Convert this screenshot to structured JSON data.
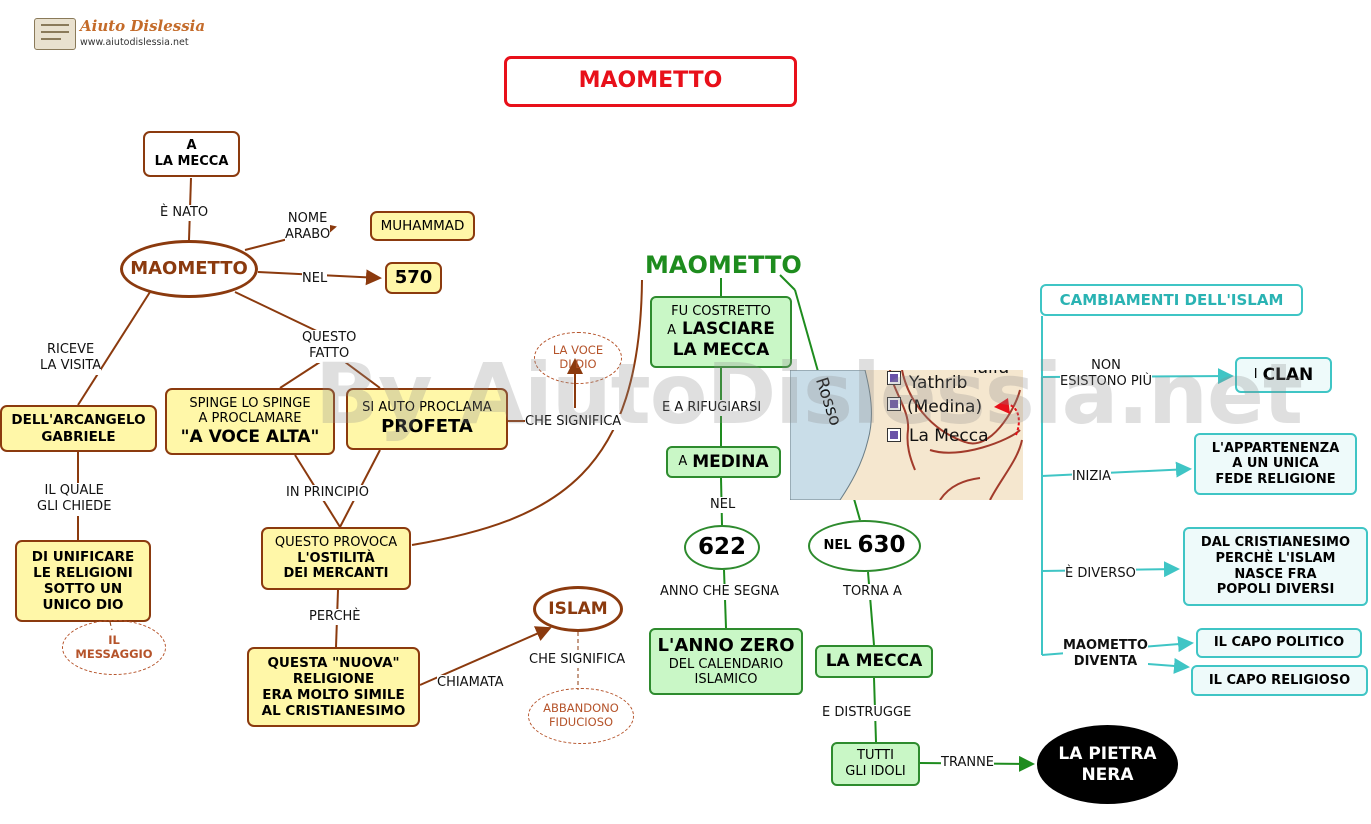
{
  "logo": {
    "name": "Aiuto Dislessia",
    "url": "www.aiutodislessia.net"
  },
  "watermark": "By AiutoDislessia.net",
  "title": "MAOMETTO",
  "left": {
    "center": "MAOMETTO",
    "born_label": "È NATO",
    "born_place": [
      "A",
      "LA MECCA"
    ],
    "arab_name_label": [
      "NOME",
      "ARABO"
    ],
    "arab_name": "MUHAMMAD",
    "year_label": "NEL",
    "year": "570",
    "visit_label": [
      "RICEVE",
      "LA VISITA"
    ],
    "archangel": [
      "DELL'ARCANGELO",
      "GABRIELE"
    ],
    "asks_label": [
      "IL QUALE",
      "GLI CHIEDE"
    ],
    "unify": [
      "DI UNIFICARE",
      "LE RELIGIONI",
      "SOTTO UN",
      "UNICO DIO"
    ],
    "message": [
      "IL",
      "MESSAGGIO"
    ],
    "fact_label": [
      "QUESTO",
      "FATTO"
    ],
    "proclaim_pre": [
      "SPINGE LO SPINGE",
      "A PROCLAMARE"
    ],
    "proclaim_big": "\"A VOCE ALTA\"",
    "prophet_pre": "SI AUTO PROCLAMA",
    "prophet_big": "PROFETA",
    "means_label": "CHE SIGNIFICA",
    "voice_of_god": [
      "LA VOCE",
      "DI DIO"
    ],
    "beginning_label": "IN PRINCIPIO",
    "hostility_pre": "QUESTO PROVOCA",
    "hostility": [
      "L'OSTILITÀ",
      "DEI MERCANTI"
    ],
    "because_label": "PERCHÈ",
    "new_religion": [
      "QUESTA \"NUOVA\"",
      "RELIGIONE",
      "ERA MOLTO SIMILE",
      "AL CRISTIANESIMO"
    ],
    "called_label": "CHIAMATA",
    "islam": "ISLAM",
    "islam_means_label": "CHE SIGNIFICA",
    "islam_meaning": [
      "ABBANDONO",
      "FIDUCIOSO"
    ]
  },
  "middle": {
    "center": "MAOMETTO",
    "forced_pre": "FU COSTRETTO",
    "forced_a": "A",
    "forced_big": [
      "LASCIARE",
      "LA MECCA"
    ],
    "refuge_label": "E A RIFUGIARSI",
    "medina_a": "A",
    "medina": "MEDINA",
    "nel_label": "NEL",
    "year622": "622",
    "marks_label": "ANNO CHE SEGNA",
    "zero_big": "L'ANNO ZERO",
    "zero_small": [
      "DEL CALENDARIO",
      "ISLAMICO"
    ],
    "nel630_small": "NEL",
    "year630": "630",
    "returns_label": "TORNA A",
    "mecca": "LA MECCA",
    "destroys_label": "E DISTRUGGE",
    "idols": [
      "TUTTI",
      "GLI IDOLI"
    ],
    "except_label": "TRANNE",
    "black_stone": [
      "LA PIETRA",
      "NERA"
    ]
  },
  "map": {
    "sea": "Rosso",
    "top_partial": "Taifa",
    "yathrib": "Yathrib",
    "medina": "(Medina)",
    "mecca": "La Mecca"
  },
  "right": {
    "header": "CAMBIAMENTI DELL'ISLAM",
    "no_longer_label": [
      "NON",
      "ESISTONO PIÙ"
    ],
    "clan_pre": "I",
    "clan": "CLAN",
    "begins_label": "INIZIA",
    "one_faith": [
      "L'APPARTENENZA",
      "A UN UNICA",
      "FEDE RELIGIONE"
    ],
    "different_label": "È DIVERSO",
    "christianity": [
      "DAL CRISTIANESIMO",
      "PERCHÈ L'ISLAM",
      "NASCE FRA",
      "POPOLI DIVERSI"
    ],
    "becomes_label": [
      "MAOMETTO",
      "DIVENTA"
    ],
    "political": "IL CAPO POLITICO",
    "religious": "IL CAPO RELIGIOSO"
  },
  "colors": {
    "brown": "#8b3a0e",
    "green": "#2e8b2e",
    "teal": "#3fc5c5",
    "title_red": "#e8101a",
    "yellow_fill": "#fff7a8",
    "green_fill": "#c9f7c6"
  }
}
